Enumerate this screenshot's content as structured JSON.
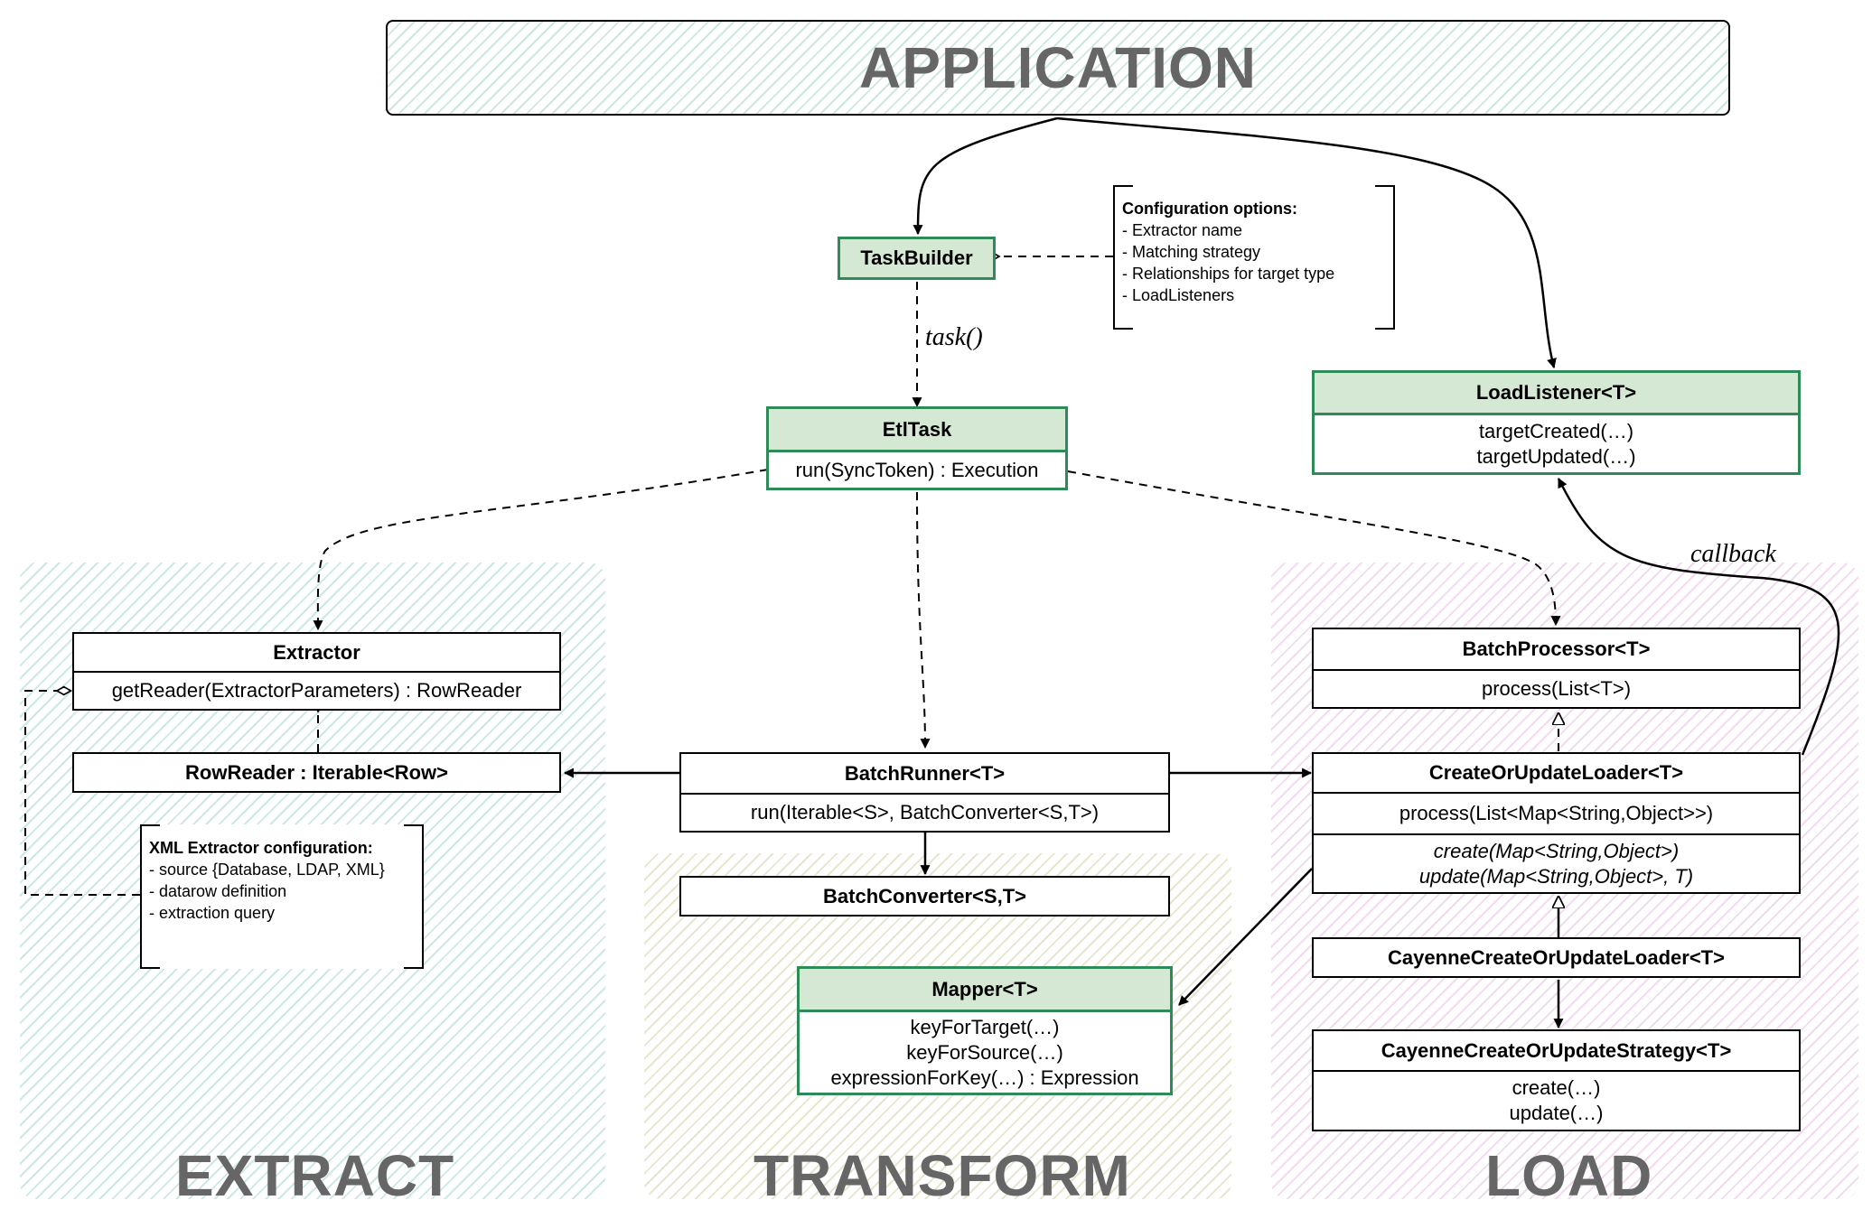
{
  "application": {
    "title": "APPLICATION"
  },
  "zones": {
    "extract": "EXTRACT",
    "transform": "TRANSFORM",
    "load": "LOAD"
  },
  "classes": {
    "task_builder": {
      "name": "TaskBuilder"
    },
    "etl_task": {
      "name": "EtlTask",
      "methods": [
        "run(SyncToken) : Execution"
      ]
    },
    "load_listener": {
      "name": "LoadListener<T>",
      "methods": [
        "targetCreated(…)",
        "targetUpdated(…)"
      ]
    },
    "extractor": {
      "name": "Extractor",
      "methods": [
        "getReader(ExtractorParameters) : RowReader"
      ]
    },
    "row_reader": {
      "name": "RowReader : Iterable<Row>"
    },
    "batch_runner": {
      "name": "BatchRunner<T>",
      "methods": [
        "run(Iterable<S>, BatchConverter<S,T>)"
      ]
    },
    "batch_converter": {
      "name": "BatchConverter<S,T>"
    },
    "mapper": {
      "name": "Mapper<T>",
      "methods": [
        "keyForTarget(…)",
        "keyForSource(…)",
        "expressionForKey(…) : Expression"
      ]
    },
    "batch_processor": {
      "name": "BatchProcessor<T>",
      "methods": [
        "process(List<T>)"
      ]
    },
    "create_or_update_loader": {
      "name": "CreateOrUpdateLoader<T>",
      "methods": [
        "process(List<Map<String,Object>>)"
      ],
      "abstract_methods": [
        "create(Map<String,Object>)",
        "update(Map<String,Object>, T)"
      ]
    },
    "cayenne_loader": {
      "name": "CayenneCreateOrUpdateLoader<T>"
    },
    "cayenne_strategy": {
      "name": "CayenneCreateOrUpdateStrategy<T>",
      "methods": [
        "create(…)",
        "update(…)"
      ]
    }
  },
  "notes": {
    "config": {
      "title": "Configuration options:",
      "items": [
        "- Extractor name",
        "- Matching strategy",
        "- Relationships for target type",
        "- LoadListeners"
      ]
    },
    "xml": {
      "title": "XML Extractor configuration:",
      "items": [
        "- source {Database, LDAP, XML}",
        "- datarow definition",
        "- extraction query"
      ]
    }
  },
  "edge_labels": {
    "task": "task()",
    "callback": "callback"
  },
  "colors": {
    "green_border": "#2e8b57",
    "green_fill": "#d5e8d4",
    "zone_text": "#666666"
  }
}
